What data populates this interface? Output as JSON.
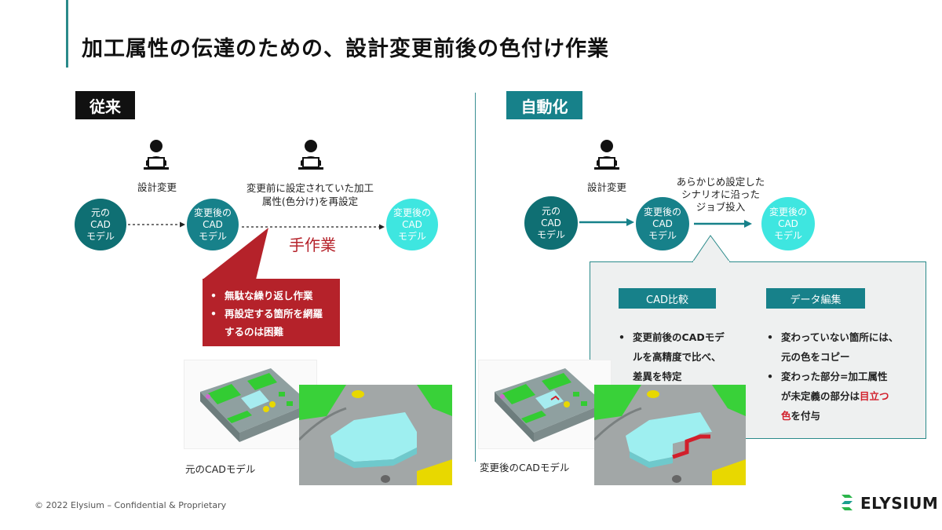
{
  "slide": {
    "title": "加工属性の伝達のための、設計変更前後の色付け作業"
  },
  "left": {
    "section_label": "従来",
    "person1_caption": "設計変更",
    "person2_caption_line1": "変更前に設定されていた加工",
    "person2_caption_line2": "属性(色分け)を再設定",
    "circle1": [
      "元の",
      "CAD",
      "モデル"
    ],
    "circle2": [
      "変更後の",
      "CAD",
      "モデル"
    ],
    "circle3": [
      "変更後の",
      "CAD",
      "モデル"
    ],
    "manual_label": "手作業",
    "callout_items": [
      "無駄な繰り返し作業",
      "再設定する箇所を網羅",
      "するのは困難"
    ],
    "image_caption": "元のCADモデル"
  },
  "right": {
    "section_label": "自動化",
    "person_caption": "設計変更",
    "scenario_line1": "あらかじめ設定した",
    "scenario_line2": "シナリオに沿った",
    "scenario_line3": "ジョブ投入",
    "circle1": [
      "元の",
      "CAD",
      "モデル"
    ],
    "circle2": [
      "変更後の",
      "CAD",
      "モデル"
    ],
    "circle3": [
      "変更後の",
      "CAD",
      "モデル"
    ],
    "btn_compare": "CAD比較",
    "btn_edit": "データ編集",
    "compare_items": [
      "変更前後のCADモデ",
      "ルを高精度で比べ、",
      "差異を特定"
    ],
    "edit_items": {
      "item1_line1": "変わっていない箇所には、",
      "item1_line2": "元の色をコピー",
      "item2_line1": "変わった部分=加工属性",
      "item2_line2_pre": "が未定義の部分は",
      "item2_line2_hl": "目立つ",
      "item2_line3_hl": "色",
      "item2_line3_post": "を付与"
    },
    "image_caption": "変更後のCADモデル"
  },
  "footer": {
    "copyright": "© 2022 Elysium – Confidential & Proprietary",
    "logo": "ELYSIUM"
  },
  "colors": {
    "teal_dark": "#0f6f73",
    "teal_mid": "#17818a",
    "cyan_light": "#3ee6e0",
    "red": "#b5222a",
    "callout_bg": "#eef0f0"
  }
}
